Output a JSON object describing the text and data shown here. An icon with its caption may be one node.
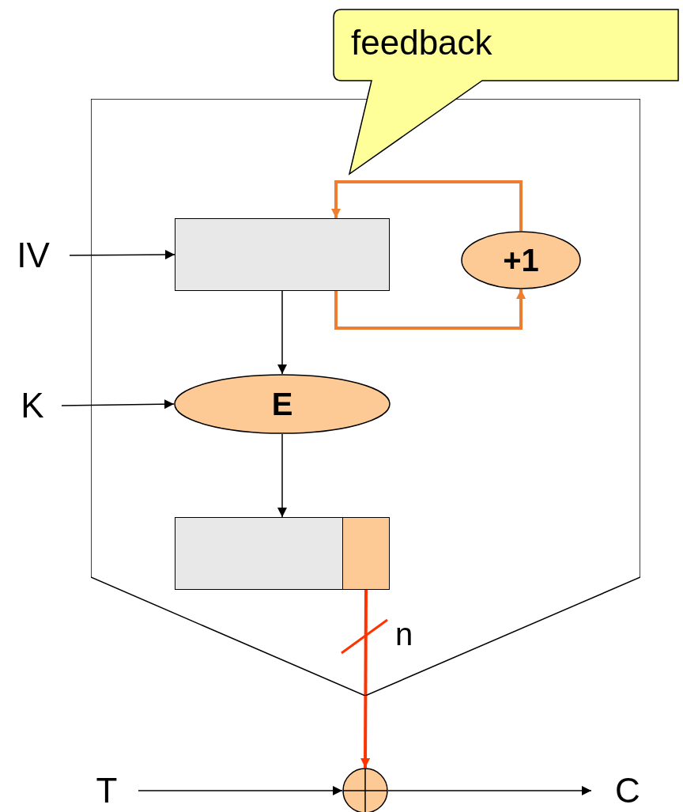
{
  "diagram": {
    "nodes": [
      {
        "text": [],
        "shape": "pentagon"
      },
      {
        "text": [
          "IV"
        ]
      },
      {
        "text": [],
        "shape": "box",
        "in": 0
      },
      {
        "text": [
          "+1"
        ],
        "in": 0
      },
      {
        "text": [
          "K"
        ]
      },
      {
        "text": [
          "E"
        ],
        "in": 0
      },
      {
        "text": [],
        "shape": "box",
        "in": 0
      },
      {
        "text": [],
        "shape": "box",
        "in": 6
      },
      {
        "text": [
          "T"
        ]
      },
      {
        "text": [],
        "shape": "circle"
      },
      {
        "text": [
          "C"
        ]
      },
      {
        "text": [
          "feedback"
        ]
      }
    ],
    "edges": [
      {
        "from": 1,
        "to": 2,
        "arrow": "to"
      },
      {
        "from": 2,
        "to": 5,
        "arrow": "to"
      },
      {
        "from": 4,
        "to": 5,
        "arrow": "to"
      },
      {
        "from": 2,
        "to": 3,
        "arrow": "to",
        "color": "#ed7d31",
        "style": "thick"
      },
      {
        "from": 3,
        "to": 2,
        "arrow": "to",
        "color": "#ed7d31",
        "style": "thick"
      },
      {
        "from": 5,
        "to": 6,
        "arrow": "to"
      },
      {
        "from": 7,
        "to": 9,
        "arrow": "to",
        "color": "#ff3300",
        "style": "thick",
        "label": "n"
      },
      {
        "from": 8,
        "to": 9,
        "arrow": "to"
      },
      {
        "from": 9,
        "to": 10,
        "arrow": "to"
      }
    ]
  }
}
